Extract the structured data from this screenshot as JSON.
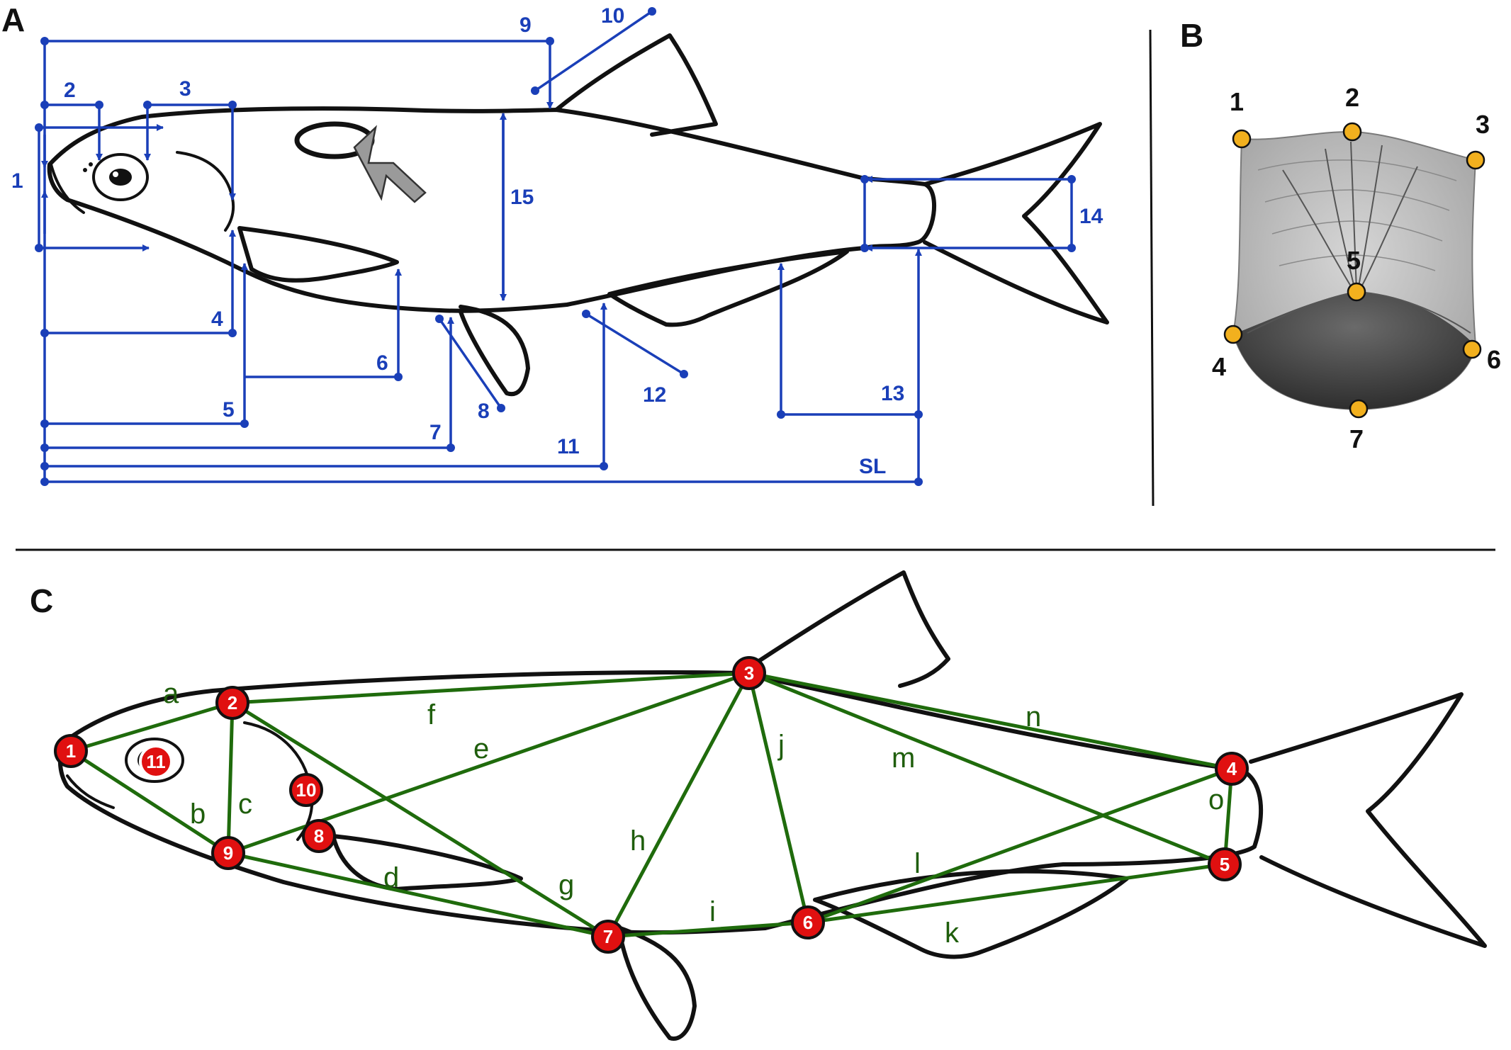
{
  "panels": {
    "a": "A",
    "b": "B",
    "c": "C"
  },
  "panel_a": {
    "measurement_labels": [
      "1",
      "2",
      "3",
      "4",
      "5",
      "6",
      "7",
      "8",
      "9",
      "10",
      "11",
      "12",
      "13",
      "14",
      "15",
      "SL"
    ]
  },
  "panel_b": {
    "landmark_labels": [
      "1",
      "2",
      "3",
      "4",
      "5",
      "6",
      "7"
    ]
  },
  "panel_c": {
    "nodes": [
      "1",
      "2",
      "3",
      "4",
      "5",
      "6",
      "7",
      "8",
      "9",
      "10",
      "11"
    ],
    "edges": [
      {
        "label": "a",
        "from": "1",
        "to": "2"
      },
      {
        "label": "b",
        "from": "1",
        "to": "9"
      },
      {
        "label": "c",
        "from": "2",
        "to": "9"
      },
      {
        "label": "d",
        "from": "9",
        "to": "7"
      },
      {
        "label": "e",
        "from": "9",
        "to": "3"
      },
      {
        "label": "f",
        "from": "2",
        "to": "3"
      },
      {
        "label": "g",
        "from": "2",
        "to": "7"
      },
      {
        "label": "h",
        "from": "7",
        "to": "3"
      },
      {
        "label": "i",
        "from": "7",
        "to": "6"
      },
      {
        "label": "j",
        "from": "3",
        "to": "6"
      },
      {
        "label": "k",
        "from": "6",
        "to": "5"
      },
      {
        "label": "l",
        "from": "6",
        "to": "4"
      },
      {
        "label": "m",
        "from": "3",
        "to": "5"
      },
      {
        "label": "n",
        "from": "3",
        "to": "4"
      },
      {
        "label": "o",
        "from": "4",
        "to": "5"
      }
    ]
  },
  "colors": {
    "measurement": "#1a3fb8",
    "edge": "#1f6b0c",
    "node": "#e01010",
    "scale_landmark": "#f2b01e"
  }
}
